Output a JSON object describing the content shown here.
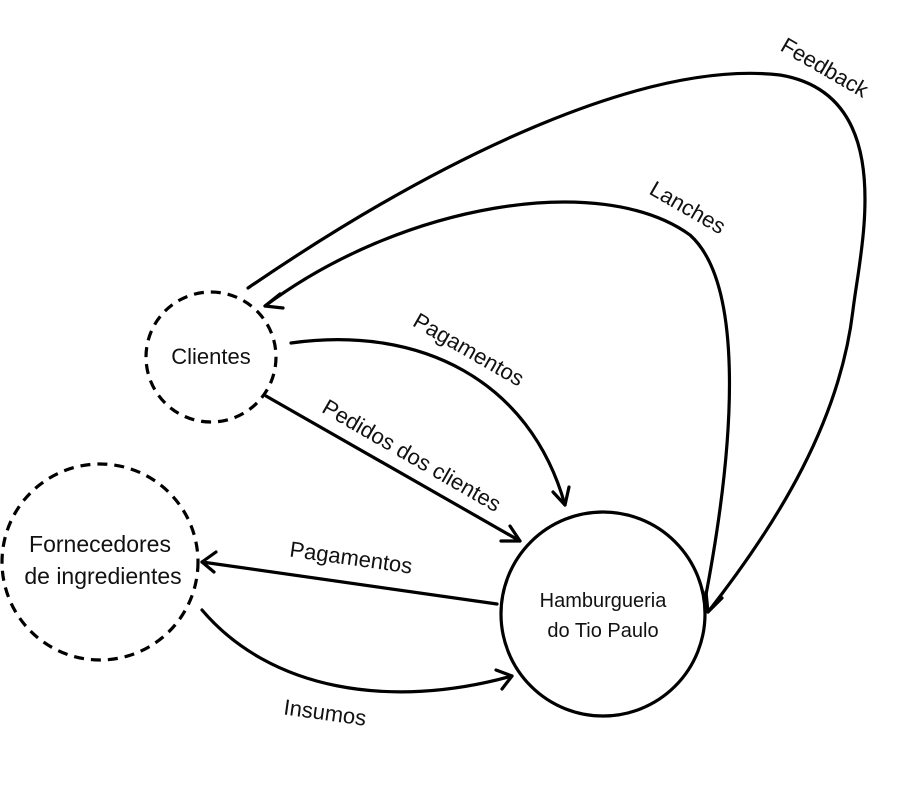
{
  "nodes": {
    "clientes": {
      "label": "Clientes"
    },
    "fornecedores": {
      "line1": "Fornecedores",
      "line2": "de ingredientes"
    },
    "hamburgueria": {
      "line1": "Hamburgueria",
      "line2": "do Tio Paulo"
    }
  },
  "edges": {
    "feedback": "Feedback",
    "lanches": "Lanches",
    "pagamentos_clientes": "Pagamentos",
    "pedidos": "Pedidos dos clientes",
    "pagamentos_fornecedores": "Pagamentos",
    "insumos": "Insumos"
  },
  "colors": {
    "stroke": "#000000",
    "background": "#ffffff"
  }
}
